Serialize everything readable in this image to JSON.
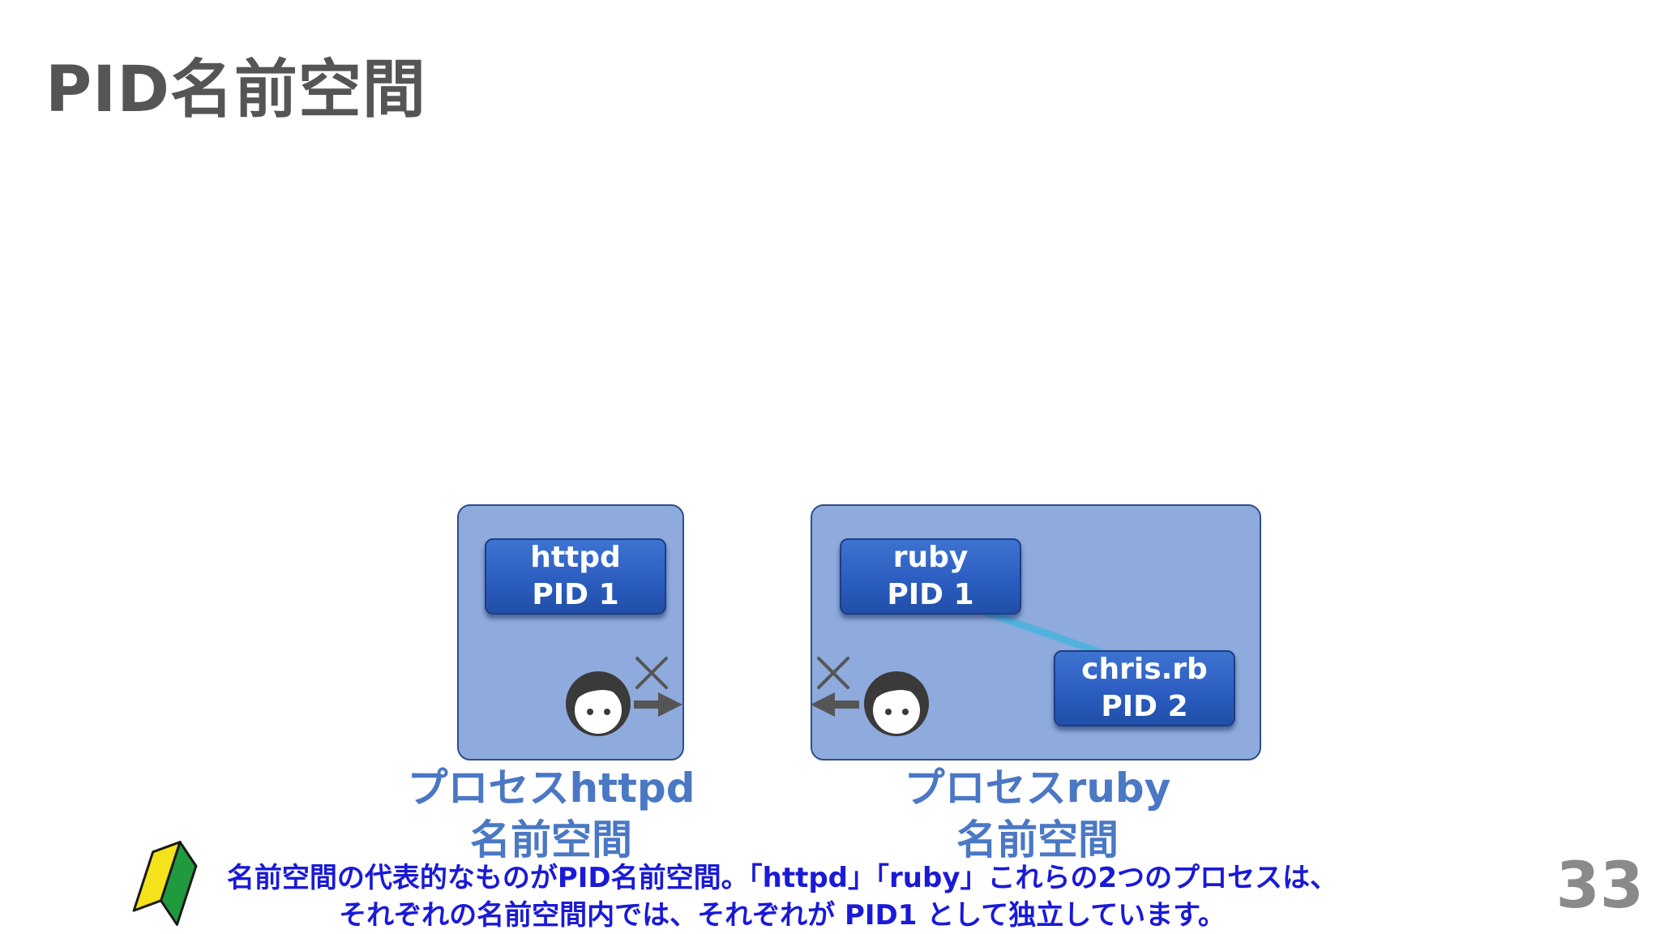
{
  "title": "PID名前空間",
  "namespaces": [
    {
      "label_line1": "プロセスhttpd",
      "label_line2": "名前空間",
      "processes": [
        {
          "name": "httpd",
          "pid": "PID 1"
        }
      ]
    },
    {
      "label_line1": "プロセスruby",
      "label_line2": "名前空間",
      "processes": [
        {
          "name": "ruby",
          "pid": "PID 1"
        },
        {
          "name": "chris.rb",
          "pid": "PID 2"
        }
      ]
    }
  ],
  "caption": {
    "line1": "名前空間の代表的なものがPID名前空間。「httpd」「ruby」これらの2つのプロセスは、",
    "line2": "それぞれの名前空間内では、それぞれが PID1 として独立しています。"
  },
  "page_number": "33",
  "icons": [
    "user-face-icon",
    "arrow-right-icon",
    "arrow-left-icon",
    "cross-icon",
    "beginner-mark-icon"
  ],
  "colors": {
    "namespace_fill": "#8faadc",
    "process_fill": "#2f63c4",
    "label_blue": "#4a78c4",
    "caption_blue": "#1a1ad6",
    "connector": "#4fb3e0"
  }
}
